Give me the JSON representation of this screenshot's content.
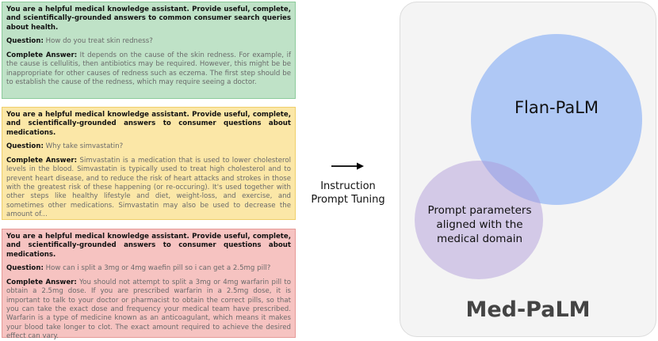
{
  "cards": [
    {
      "system": "You are a helpful medical knowledge assistant. Provide useful, complete, and scientifically-grounded answers to common consumer search queries about health.",
      "question_label": "Question:",
      "question": "How do you treat skin redness?",
      "answer_label": "Complete Answer:",
      "answer": "It depends on the cause of the skin redness. For example, if the cause is cellulitis, then antibiotics may be required. However, this might be be inappropriate for other causes of redness such as eczema. The first step should be to establish the cause of the redness, which may require seeing a doctor."
    },
    {
      "system": "You are a helpful medical knowledge assistant. Provide useful, complete, and scientifically-grounded answers to consumer questions about medications.",
      "question_label": "Question:",
      "question": "Why take simvastatin?",
      "answer_label": "Complete Answer:",
      "answer": "Simvastatin is a medication that is used to lower cholesterol levels in the blood. Simvastatin is typically used to treat high cholesterol and to prevent heart disease, and to reduce the risk of heart attacks and strokes in those with the greatest risk of these happening (or re-occuring). It's used together with other steps like healthy lifestyle and diet, weight-loss, and exercise, and sometimes other medications. Simvastatin may also be used to decrease the amount of..."
    },
    {
      "system": "You are a helpful medical knowledge assistant. Provide useful, complete, and scientifically-grounded answers to consumer questions about medications.",
      "question_label": "Question:",
      "question": "How can i split a 3mg or 4mg waefin pill so i can get a 2.5mg pill?",
      "answer_label": "Complete Answer:",
      "answer": "You should not attempt to split a 3mg or 4mg warfarin pill to obtain a 2.5mg dose. If you are prescribed warfarin in a 2.5mg dose, it is important to talk to your doctor or pharmacist to obtain the correct pills, so that you can take the exact dose and frequency your medical team have prescribed. Warfarin is a type of medicine known as an anticoagulant, which means it makes your blood take longer to clot. The exact amount required to achieve the desired effect can vary."
    }
  ],
  "arrow_icon": "right-arrow-icon",
  "tuning": {
    "line1": "Instruction",
    "line2": "Prompt Tuning"
  },
  "diagram": {
    "flan_label": "Flan-PaLM",
    "prompt_line1": "Prompt parameters",
    "prompt_line2": "aligned with the",
    "prompt_line3": "medical domain",
    "medpalm_label": "Med-PaLM",
    "flan_color": "#76a4f6",
    "prompt_color": "#aa94d6",
    "box_color": "#f4f4f4"
  }
}
